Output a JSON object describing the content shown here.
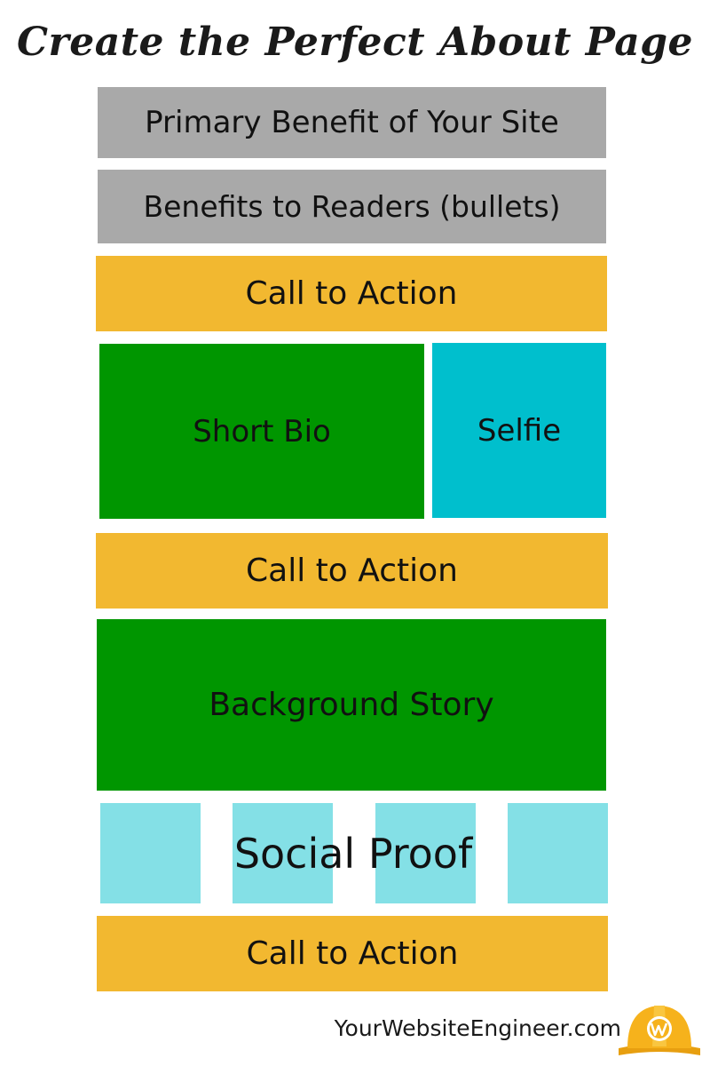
{
  "title": "Create the Perfect About Page",
  "colors": {
    "gray": "#a9a9a9",
    "orange": "#f2b830",
    "green": "#009600",
    "cyan": "#00bfcd",
    "lightcyan": "#84e0e6",
    "hardhat": "#f6b21c"
  },
  "sections": {
    "primary_benefit": "Primary Benefit of Your Site",
    "benefits_to_readers": "Benefits to Readers (bullets)",
    "cta_1": "Call to Action",
    "short_bio": "Short Bio",
    "selfie": "Selfie",
    "cta_2": "Call to Action",
    "background_story": "Background Story",
    "social_proof": "Social Proof",
    "cta_3": "Call to Action"
  },
  "footer": {
    "site": "YourWebsiteEngineer.com",
    "logo_icon": "wordpress-hardhat-icon"
  }
}
